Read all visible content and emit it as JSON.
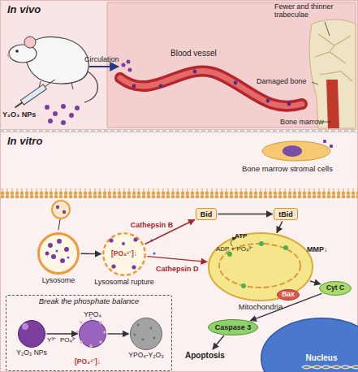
{
  "diagram": {
    "nodes": [
      {
        "text": [
          "In vivo"
        ]
      },
      {
        "text": [
          "In vitro"
        ]
      },
      {
        "text": [
          "Lysosome"
        ],
        "in": 1
      },
      {
        "text": [
          "[PO₄³⁻]↓",
          "Lysosomal rupture"
        ],
        "in": 1
      },
      {
        "text": [
          "Bid"
        ],
        "in": 1
      },
      {
        "text": [
          "tBid"
        ],
        "in": 1
      },
      {
        "text": [
          "Mitochondria"
        ],
        "in": 1
      },
      {
        "text": [
          "Bax"
        ],
        "in": 6
      },
      {
        "text": [
          "Cyt C"
        ],
        "in": 1
      },
      {
        "text": [
          "Caspase 3"
        ],
        "in": 1
      },
      {
        "text": [
          "Nucleus"
        ],
        "in": 1
      },
      {
        "text": [
          "Break the phosphate balance"
        ],
        "in": 1
      },
      {
        "text": [
          "Y₂O₃ NPs"
        ],
        "in": 11
      },
      {
        "text": [
          "YPO₄"
        ],
        "in": 11
      },
      {
        "text": [
          "YPO₄-Y₂O₃"
        ],
        "in": 11
      }
    ],
    "edges": [
      {
        "from": 2,
        "to": 3,
        "arrow": "to"
      },
      {
        "from": 3,
        "to": 4,
        "label": "Cathepsin B",
        "arrow": "to"
      },
      {
        "from": 4,
        "to": 5,
        "arrow": "to"
      },
      {
        "from": 5,
        "to": 6,
        "arrow": "to"
      },
      {
        "from": 3,
        "to": 6,
        "label": "Cathepsin D",
        "arrow": "to"
      },
      {
        "from": 6,
        "to": 8,
        "arrow": "to"
      },
      {
        "from": 8,
        "to": 9,
        "arrow": "to"
      },
      {
        "from": 12,
        "to": 13,
        "arrow": "to"
      },
      {
        "from": 13,
        "to": 14,
        "arrow": "to"
      }
    ],
    "labels": [
      "Y₂O₃ NPs",
      "Circulation",
      "Blood vessel",
      "Fewer and thinner trabeculae",
      "Damaged bone",
      "Bone marrow",
      "Bone marrow stromal cells",
      "ATP",
      "ADP + PO₄³⁻",
      "MMP↓",
      "Y³⁺",
      "PO₄³⁻",
      "[PO₄³⁻]↓",
      "Apoptosis"
    ]
  }
}
